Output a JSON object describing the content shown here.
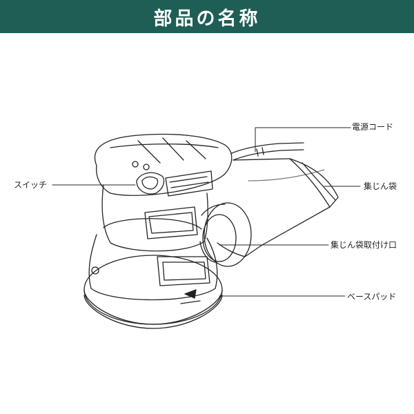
{
  "header": {
    "title": "部品の名称"
  },
  "colors": {
    "header_bg": "#1e5e55",
    "header_text": "#ffffff",
    "line": "#222222"
  },
  "callouts": {
    "cord": "電源コード",
    "switch": "スイッチ",
    "dust_bag": "集じん袋",
    "dust_port": "集じん袋取付け口",
    "base_pad": "ベースパッド"
  },
  "illustration": {
    "subject": "random-orbit-sander"
  }
}
